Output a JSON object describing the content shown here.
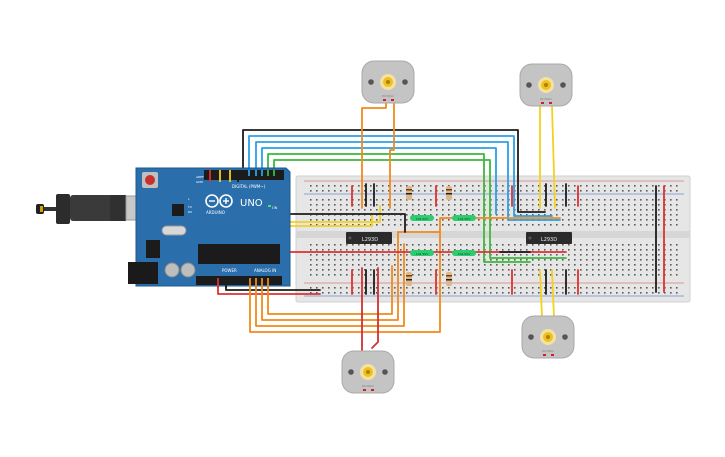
{
  "arduino": {
    "model_label": "UNO",
    "brand_label": "ARDUINO",
    "digital_label": "DIGITAL (PWM~)",
    "analog_label": "ANALOG IN",
    "power_label": "POWER",
    "on_label": "ON",
    "tx_label": "TX",
    "rx_label": "RX",
    "l_label": "L",
    "aref_label": "AREF",
    "gnd_label": "GND"
  },
  "chips": [
    {
      "label": "L293D"
    },
    {
      "label": "L293D"
    }
  ],
  "capacitors": [
    {
      "label": "104 50V"
    },
    {
      "label": "104 50V"
    },
    {
      "label": "104 50V"
    },
    {
      "label": "104 50V"
    }
  ],
  "motors": [
    {
      "label": "DC Motor"
    },
    {
      "label": "DC Motor"
    },
    {
      "label": "DC Motor"
    },
    {
      "label": "DC Motor"
    }
  ],
  "colors": {
    "board": "#2a6eab",
    "breadboard": "#e6e6e6",
    "wire_red": "#e03030",
    "wire_black": "#1c1c1c",
    "wire_orange": "#f08a1c",
    "wire_yellow": "#f2d21c",
    "wire_green": "#3cb83c",
    "wire_blue": "#2aa0e8",
    "chip": "#2b2b2b",
    "capacitor": "#2ecc71"
  }
}
